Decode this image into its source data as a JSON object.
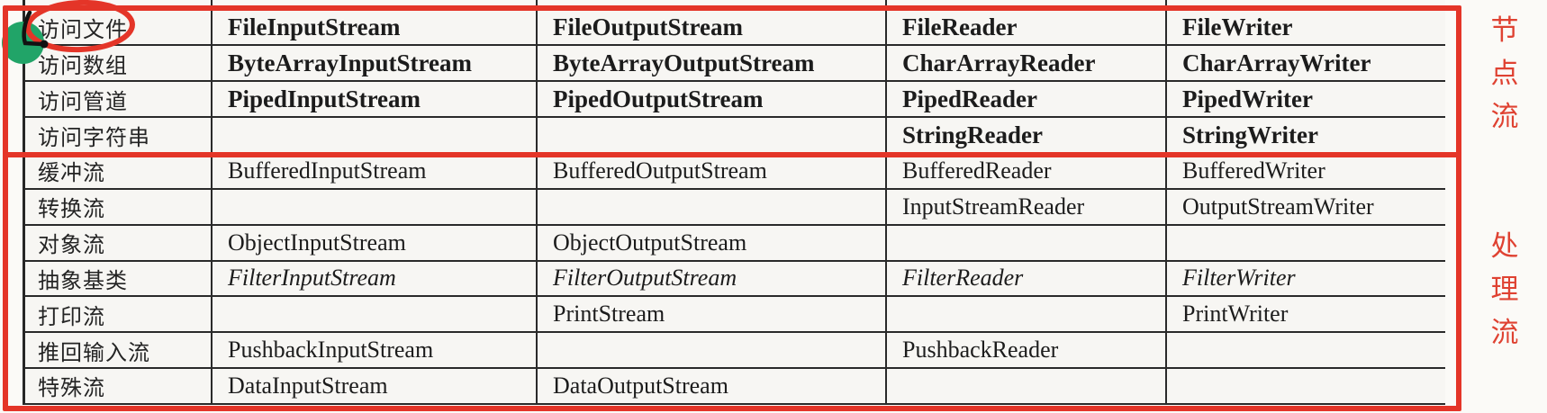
{
  "colors": {
    "annotation_red": "#e43528",
    "side_label_red": "#df4232",
    "marker_green": "#21a468",
    "table_ink": "#1c1c1c"
  },
  "side_labels": {
    "node": {
      "c0": "节",
      "c1": "点",
      "c2": "流"
    },
    "process": {
      "c0": "处",
      "c1": "理",
      "c2": "流"
    }
  },
  "rows": [
    {
      "label": "访问文件",
      "c1": "FileInputStream",
      "c2": "FileOutputStream",
      "c3": "FileReader",
      "c4": "FileWriter"
    },
    {
      "label": "访问数组",
      "c1": "ByteArrayInputStream",
      "c2": "ByteArrayOutputStream",
      "c3": "CharArrayReader",
      "c4": "CharArrayWriter"
    },
    {
      "label": "访问管道",
      "c1": "PipedInputStream",
      "c2": "PipedOutputStream",
      "c3": "PipedReader",
      "c4": "PipedWriter"
    },
    {
      "label": "访问字符串",
      "c1": "",
      "c2": "",
      "c3": "StringReader",
      "c4": "StringWriter"
    },
    {
      "label": "缓冲流",
      "c1": "BufferedInputStream",
      "c2": "BufferedOutputStream",
      "c3": "BufferedReader",
      "c4": "BufferedWriter"
    },
    {
      "label": "转换流",
      "c1": "",
      "c2": "",
      "c3": "InputStreamReader",
      "c4": "OutputStreamWriter"
    },
    {
      "label": "对象流",
      "c1": "ObjectInputStream",
      "c2": "ObjectOutputStream",
      "c3": "",
      "c4": ""
    },
    {
      "label": "抽象基类",
      "c1": "FilterInputStream",
      "c2": "FilterOutputStream",
      "c3": "FilterReader",
      "c4": "FilterWriter"
    },
    {
      "label": "打印流",
      "c1": "",
      "c2": "PrintStream",
      "c3": "",
      "c4": "PrintWriter"
    },
    {
      "label": "推回输入流",
      "c1": "PushbackInputStream",
      "c2": "",
      "c3": "PushbackReader",
      "c4": ""
    },
    {
      "label": "特殊流",
      "c1": "DataInputStream",
      "c2": "DataOutputStream",
      "c3": "",
      "c4": ""
    }
  ]
}
